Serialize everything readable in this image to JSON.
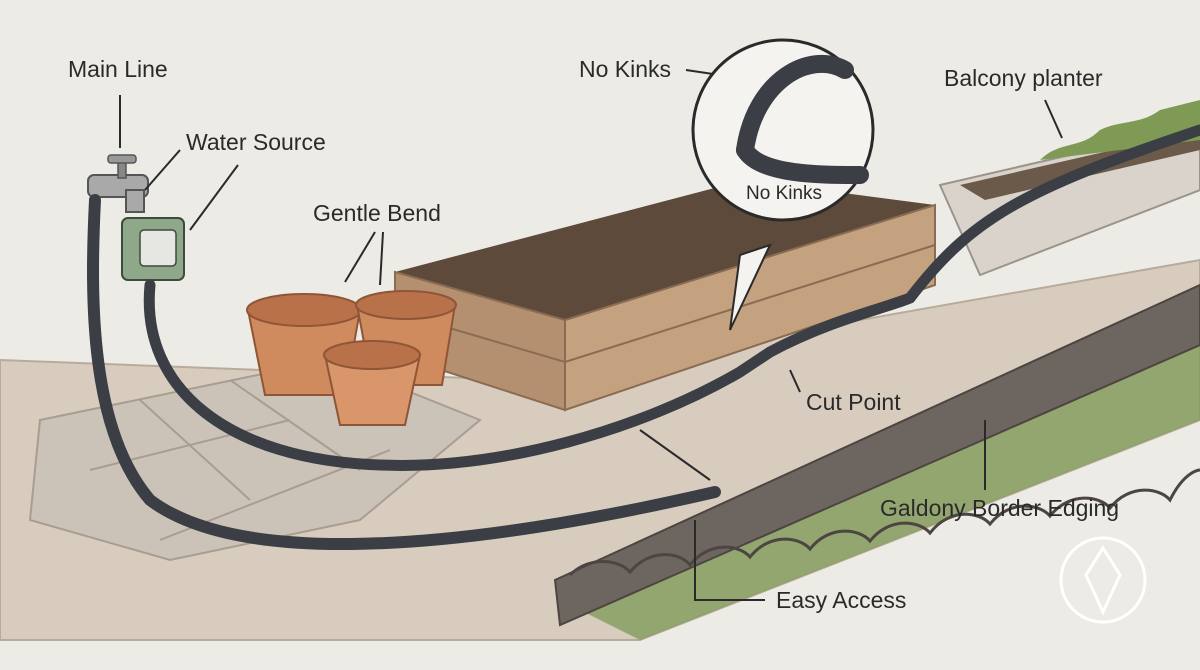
{
  "labels": {
    "main_line": "Main Line",
    "water_source": "Water Source",
    "gentle_bend": "Gentle Bend",
    "no_kinks_callout": "No Kinks",
    "no_kinks_inset": "No Kinks",
    "balcony_planter": "Balcony planter",
    "cut_point": "Cut Point",
    "border_edging": "Galdony Border Edging",
    "easy_access": "Easy Access"
  },
  "colors": {
    "background": "#ecebe6",
    "hose": "#3b3f45",
    "wood": "#b59070",
    "soil": "#5e4a3b",
    "terracotta": "#cf8a5e",
    "path": "#d8ccbe",
    "edging": "#6d6560",
    "grass": "#7e9a55"
  }
}
